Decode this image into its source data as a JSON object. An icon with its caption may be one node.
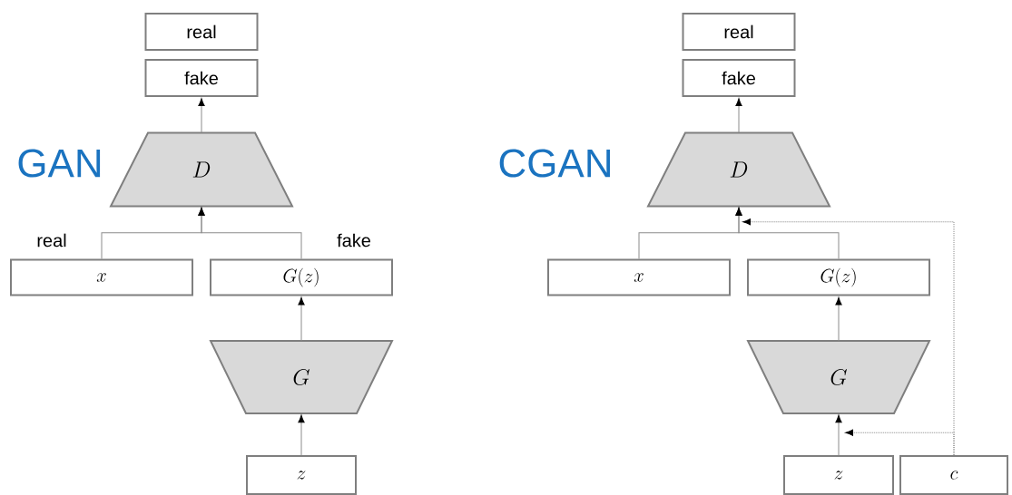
{
  "diagram": {
    "nodes": [
      {
        "text": [
          "real"
        ]
      },
      {
        "text": [
          "fake"
        ]
      },
      {
        "text": [
          "D"
        ]
      },
      {
        "text": [
          "x"
        ]
      },
      {
        "text": [
          "G(z)"
        ]
      },
      {
        "text": [
          "G"
        ]
      },
      {
        "text": [
          "z"
        ]
      },
      {
        "text": [
          "real"
        ]
      },
      {
        "text": [
          "fake"
        ]
      },
      {
        "text": [
          "D"
        ]
      },
      {
        "text": [
          "x"
        ]
      },
      {
        "text": [
          "G(z)"
        ]
      },
      {
        "text": [
          "G"
        ]
      },
      {
        "text": [
          "z"
        ]
      },
      {
        "text": [
          "c"
        ]
      }
    ],
    "edges": [
      {
        "from": 2,
        "to": 1,
        "arrow": "to"
      },
      {
        "from": 3,
        "to": 2,
        "arrow": "to",
        "label": "real"
      },
      {
        "from": 4,
        "to": 2,
        "arrow": "to",
        "label": "fake"
      },
      {
        "from": 5,
        "to": 4,
        "arrow": "to"
      },
      {
        "from": 6,
        "to": 5,
        "arrow": "to"
      },
      {
        "from": 9,
        "to": 8,
        "arrow": "to"
      },
      {
        "from": 10,
        "to": 9,
        "arrow": "to"
      },
      {
        "from": 11,
        "to": 9,
        "arrow": "to"
      },
      {
        "from": 12,
        "to": 11,
        "arrow": "to"
      },
      {
        "from": 13,
        "to": 12,
        "arrow": "to"
      },
      {
        "from": 14,
        "to": 9,
        "arrow": "to",
        "style": "dashed"
      },
      {
        "from": 14,
        "to": 12,
        "arrow": "to",
        "style": "dashed"
      }
    ],
    "labels": [
      "GAN",
      "CGAN"
    ]
  }
}
